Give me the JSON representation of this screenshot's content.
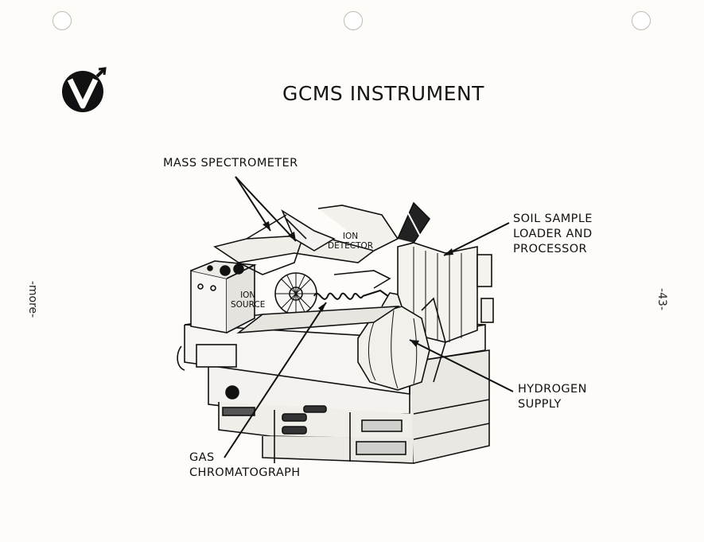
{
  "title": "GCMS INSTRUMENT",
  "labels": {
    "mass_spectrometer": "MASS SPECTROMETER",
    "ion_detector": [
      "ION",
      "DETECTOR"
    ],
    "ion_source": [
      "ION",
      "SOURCE"
    ],
    "soil_sample": [
      "SOIL SAMPLE",
      "LOADER AND",
      "PROCESSOR"
    ],
    "hydrogen_supply": [
      "HYDROGEN",
      "SUPPLY"
    ],
    "gas_chromatograph": [
      "GAS",
      "CHROMATOGRAPH"
    ]
  },
  "margin_left": "-more-",
  "margin_right": "-43-"
}
